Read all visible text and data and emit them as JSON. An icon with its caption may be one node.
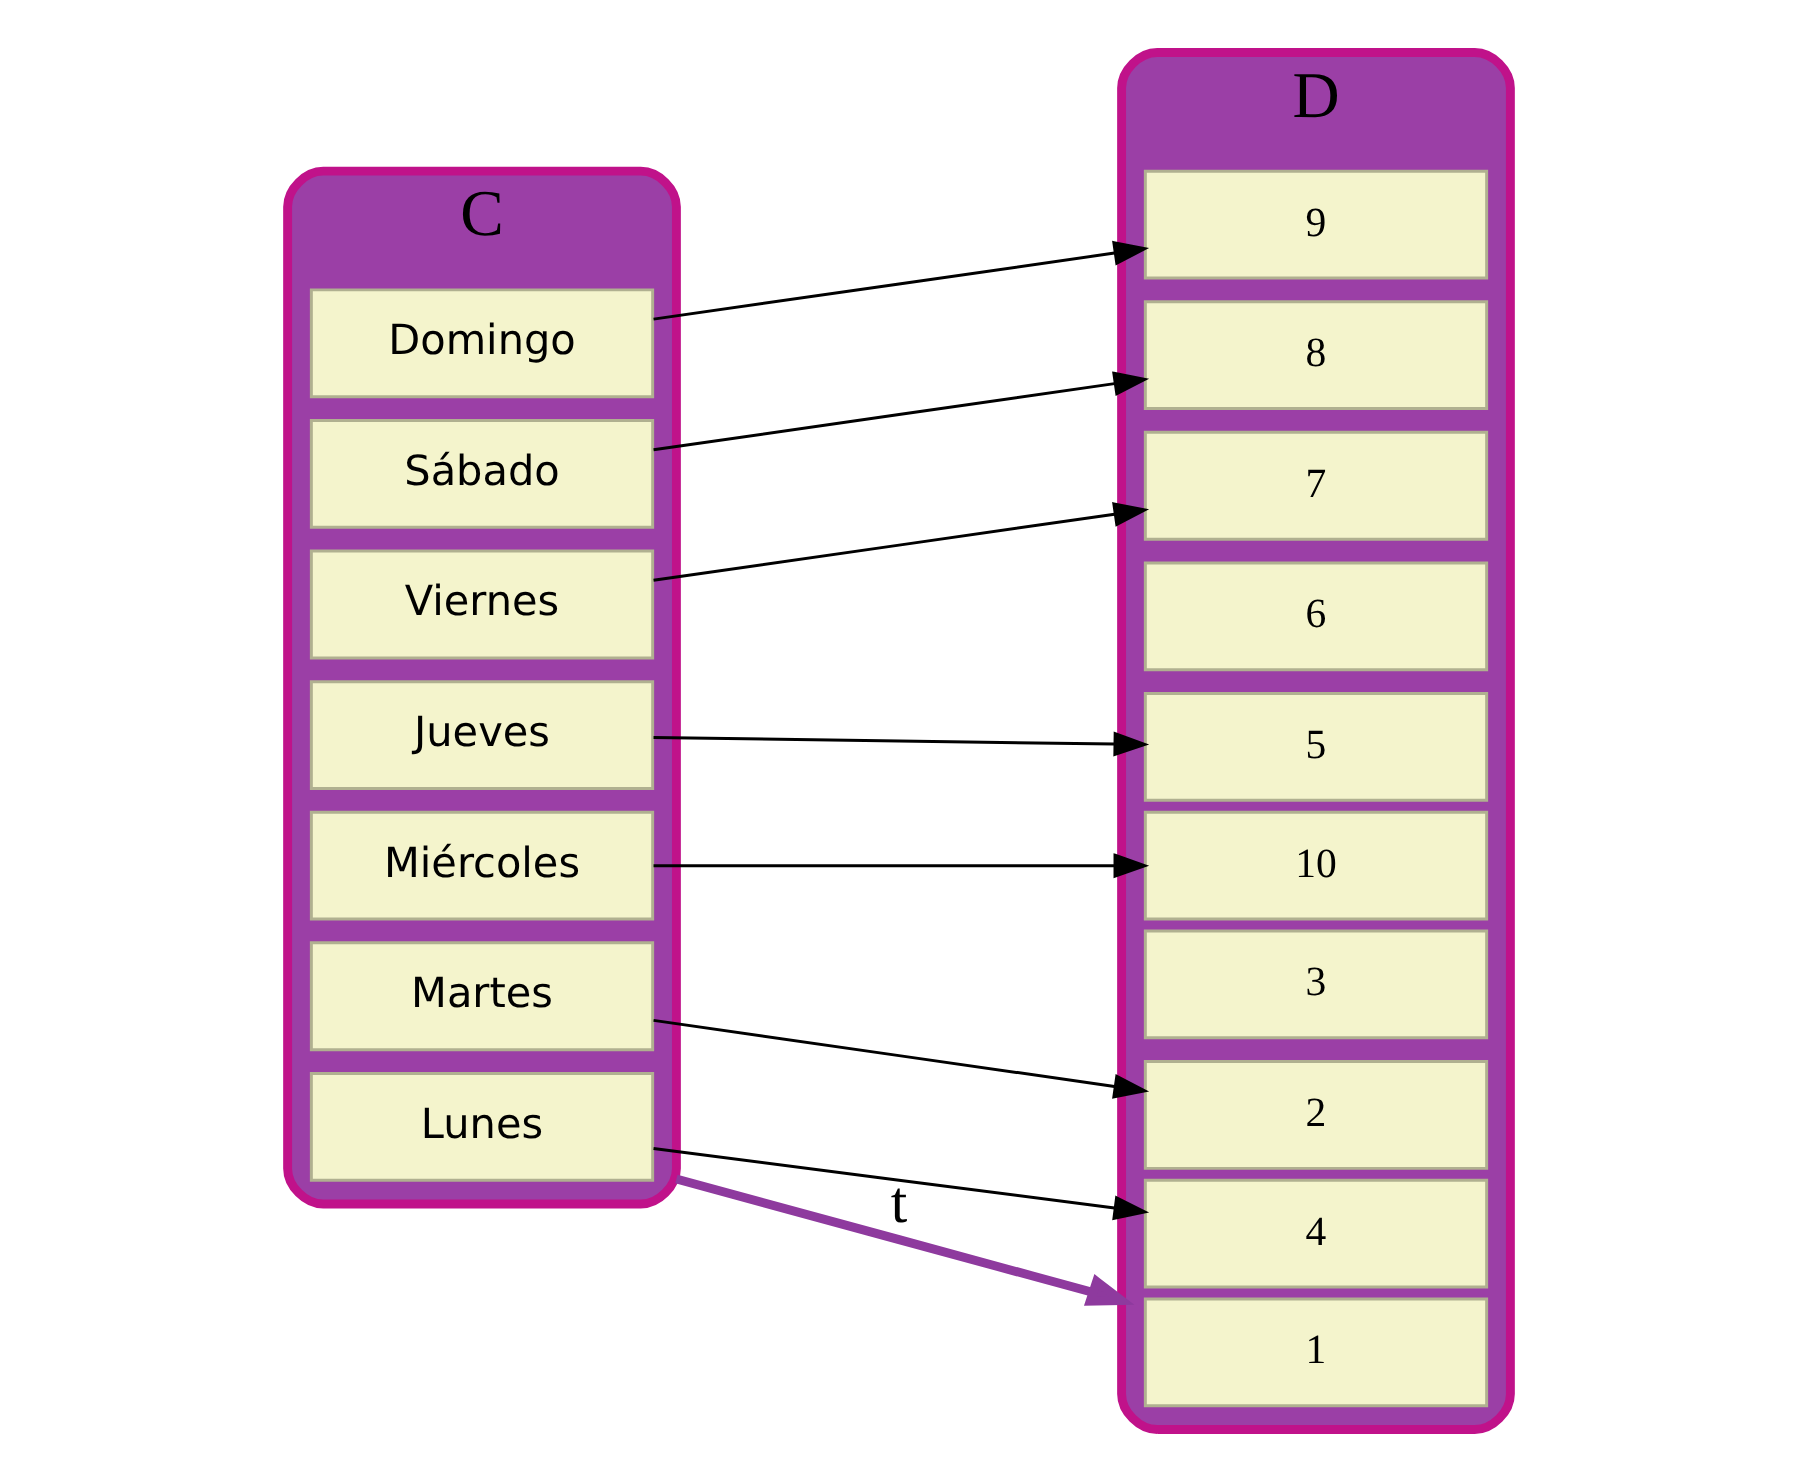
{
  "diagram": {
    "nodes": [
      {
        "text": [
          "C"
        ]
      },
      {
        "text": [
          "Lunes"
        ],
        "in": 0
      },
      {
        "text": [
          "Martes"
        ],
        "in": 0
      },
      {
        "text": [
          "Miércoles"
        ],
        "in": 0
      },
      {
        "text": [
          "Jueves"
        ],
        "in": 0
      },
      {
        "text": [
          "Viernes"
        ],
        "in": 0
      },
      {
        "text": [
          "Sábado"
        ],
        "in": 0
      },
      {
        "text": [
          "Domingo"
        ],
        "in": 0
      },
      {
        "text": [
          "D"
        ]
      },
      {
        "text": [
          "1"
        ],
        "in": 8
      },
      {
        "text": [
          "2"
        ],
        "in": 8
      },
      {
        "text": [
          "3"
        ],
        "in": 8
      },
      {
        "text": [
          "4"
        ],
        "in": 8
      },
      {
        "text": [
          "5"
        ],
        "in": 8
      },
      {
        "text": [
          "6"
        ],
        "in": 8
      },
      {
        "text": [
          "7"
        ],
        "in": 8
      },
      {
        "text": [
          "8"
        ],
        "in": 8
      },
      {
        "text": [
          "9"
        ],
        "in": 8
      },
      {
        "text": [
          "10"
        ],
        "in": 8
      }
    ],
    "edges": [
      {
        "from": 0,
        "to": 8,
        "arrow": "to",
        "label": "t",
        "style": "thick",
        "color": "#8e3a9e"
      },
      {
        "from": 1,
        "to": 12,
        "arrow": "to"
      },
      {
        "from": 2,
        "to": 10,
        "arrow": "to"
      },
      {
        "from": 3,
        "to": 18,
        "arrow": "to"
      },
      {
        "from": 4,
        "to": 13,
        "arrow": "to"
      },
      {
        "from": 5,
        "to": 15,
        "arrow": "to"
      },
      {
        "from": 6,
        "to": 16,
        "arrow": "to"
      },
      {
        "from": 7,
        "to": 17,
        "arrow": "to"
      }
    ]
  }
}
